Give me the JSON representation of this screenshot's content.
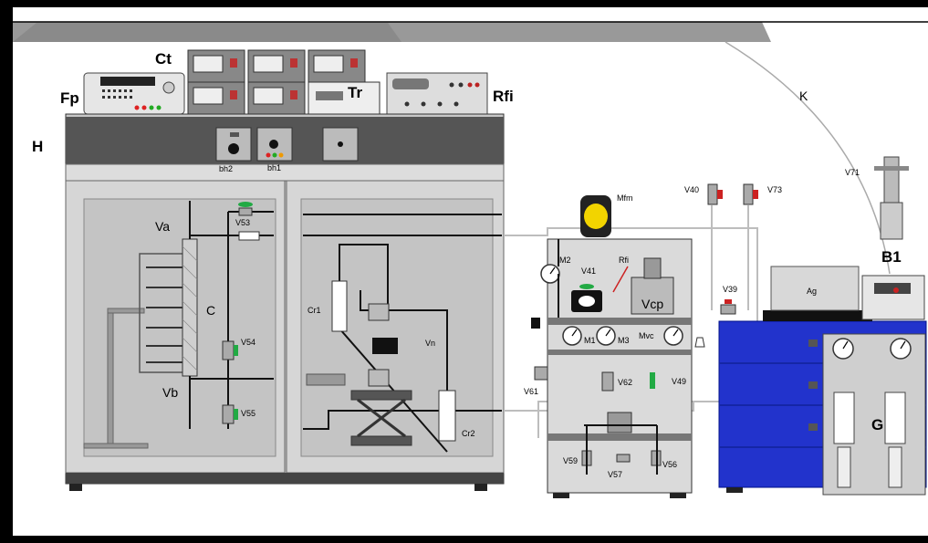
{
  "labels": {
    "ct": "Ct",
    "fp": "Fp",
    "tr": "Tr",
    "rfi": "Rfi",
    "h": "H",
    "k": "K",
    "bh2": "bh2",
    "bh1": "bh1",
    "va": "Va",
    "vb": "Vb",
    "c": "C",
    "v53": "V53",
    "v54": "V54",
    "v55": "V55",
    "cr1": "Cr1",
    "cr2": "Cr2",
    "vn": "Vn",
    "mfm": "Mfm",
    "m2": "M2",
    "v41": "V41",
    "rfi_small": "Rfi",
    "vcp": "Vcp",
    "m1": "M1",
    "m3": "M3",
    "mvc": "Mvc",
    "v61": "V61",
    "v62": "V62",
    "v49": "V49",
    "v59": "V59",
    "v57": "V57",
    "v56": "V56",
    "v40": "V40",
    "v73": "V73",
    "v39": "V39",
    "v71": "V71",
    "ag": "Ag",
    "b1": "B1",
    "g": "G"
  },
  "colors": {
    "frame": "#000000",
    "panel_gray": "#b0b0b0",
    "panel_dark": "#555555",
    "cabinet_blue": "#2233cc",
    "valve_green": "#22aa44",
    "valve_red": "#cc2222",
    "mfm_yellow": "#f2d400"
  }
}
